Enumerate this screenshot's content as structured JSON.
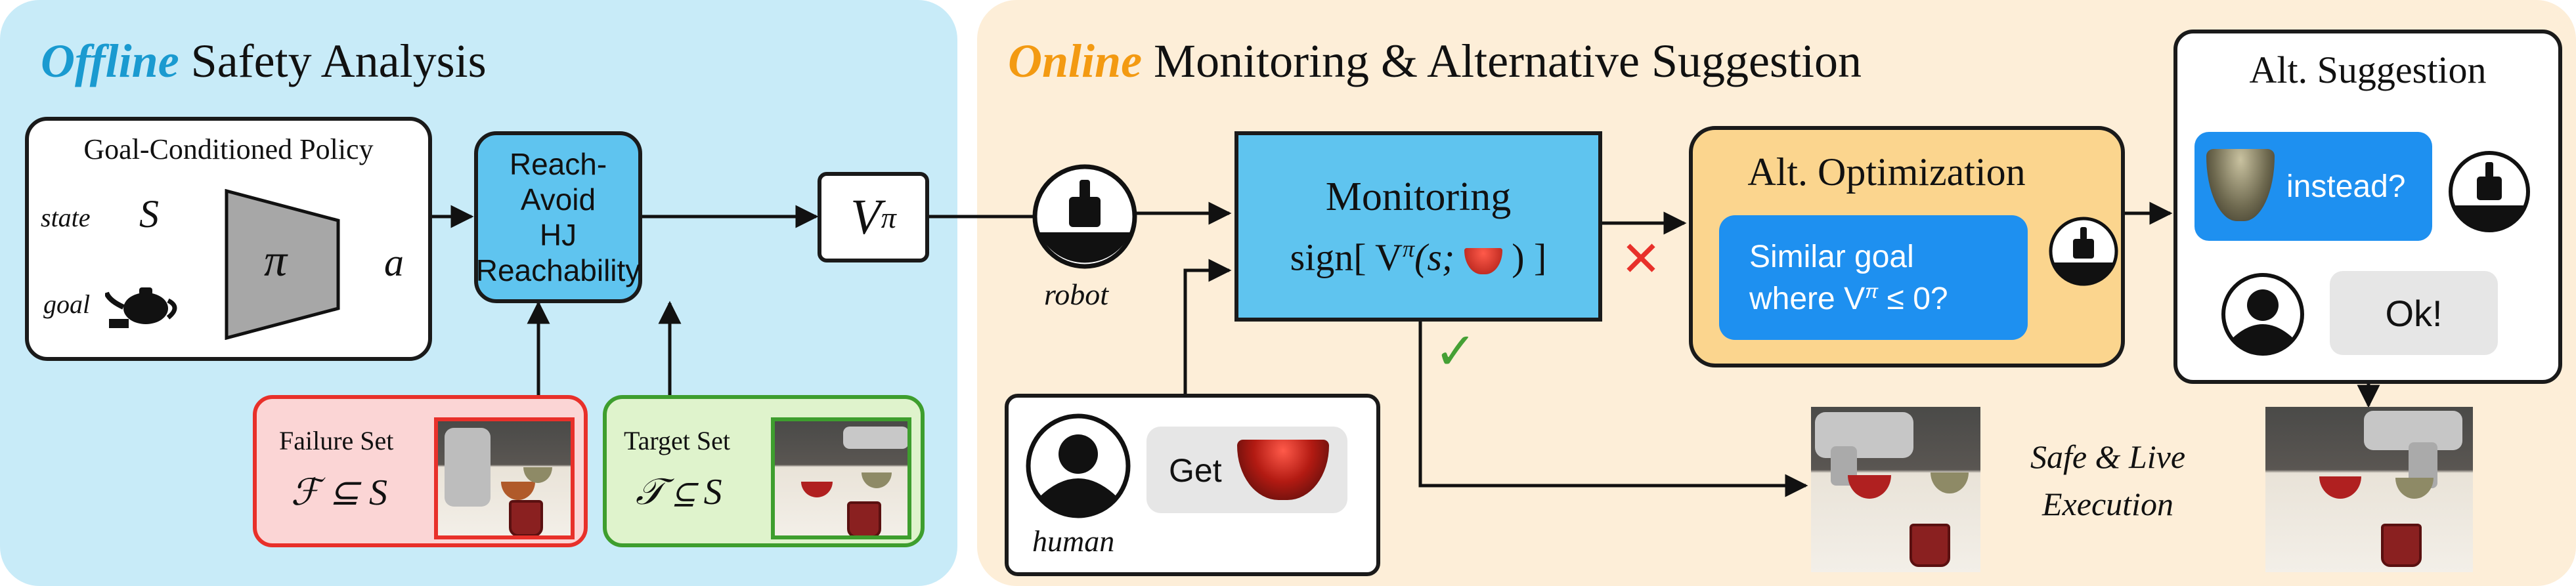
{
  "offline_panel": {
    "highlight": "Offline",
    "title": "Safety Analysis"
  },
  "online_panel": {
    "highlight": "Online",
    "title": "Monitoring & Alternative Suggestion"
  },
  "policy": {
    "title": "Goal-Conditioned Policy",
    "state_label": "state",
    "state_symbol": "S",
    "goal_label": "goal",
    "pi_symbol": "π",
    "action_symbol": "a"
  },
  "reach_avoid": {
    "line1": "Reach-Avoid",
    "line2": "HJ Reachability"
  },
  "value_fn": {
    "base": "V",
    "sup": "π"
  },
  "failure_set": {
    "title": "Failure Set",
    "formula": "ℱ ⊆ S"
  },
  "target_set": {
    "title": "Target Set",
    "formula": "𝒯 ⊆ S"
  },
  "robot": {
    "label": "robot"
  },
  "human": {
    "label": "human",
    "request": "Get"
  },
  "monitoring": {
    "title": "Monitoring",
    "formula_prefix": "sign[ V",
    "formula_sup": "π",
    "formula_mid": "(s;",
    "formula_suffix": ") ]"
  },
  "alt_optimization": {
    "title": "Alt. Optimization",
    "query_line1": "Similar goal",
    "query_line2": "where V",
    "query_sup": "π",
    "query_tail": " ≤ 0?"
  },
  "alt_suggestion": {
    "title": "Alt. Suggestion",
    "suggestion": "instead?",
    "reply": "Ok!"
  },
  "execution": {
    "line1": "Safe & Live",
    "line2": "Execution"
  },
  "marks": {
    "reject": "✕",
    "accept": "✓"
  },
  "colors": {
    "offline_bg": "#c8ebf8",
    "online_bg": "#fdeed8",
    "process_box": "#5fc4ef",
    "alt_opt_bg": "#fbd58e",
    "chat_blue": "#1e90f0",
    "chat_gray": "#e8e8e8",
    "failure_bg": "#fbd5d5",
    "failure_border": "#e8302a",
    "target_bg": "#dff3cc",
    "target_border": "#3e9e2e",
    "offline_accent": "#1a9ad0",
    "online_accent": "#f39a12",
    "reject_red": "#e8302a",
    "accept_green": "#45a035"
  }
}
